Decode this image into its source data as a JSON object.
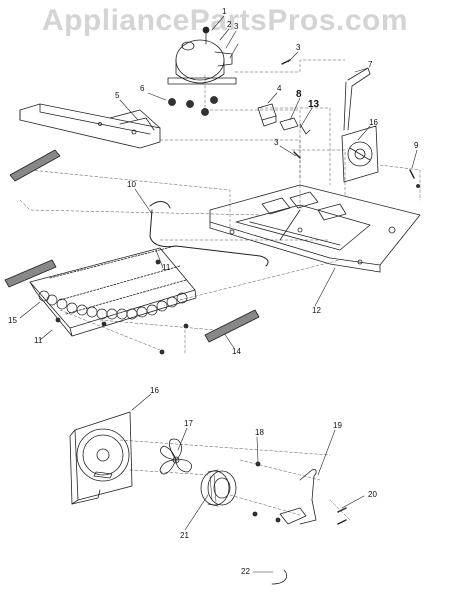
{
  "watermark": "AppliancePartsPros.com",
  "callouts": [
    {
      "id": "c1",
      "text": "1",
      "bold": false
    },
    {
      "id": "c2",
      "text": "2",
      "bold": false
    },
    {
      "id": "c3a",
      "text": "3",
      "bold": false
    },
    {
      "id": "c3b",
      "text": "3",
      "bold": false
    },
    {
      "id": "c3c",
      "text": "3",
      "bold": false
    },
    {
      "id": "c4",
      "text": "4",
      "bold": false
    },
    {
      "id": "c5",
      "text": "5",
      "bold": false
    },
    {
      "id": "c6",
      "text": "6",
      "bold": false
    },
    {
      "id": "c7",
      "text": "7",
      "bold": false
    },
    {
      "id": "c8",
      "text": "8",
      "bold": true
    },
    {
      "id": "c9",
      "text": "9",
      "bold": false
    },
    {
      "id": "c10",
      "text": "10",
      "bold": false
    },
    {
      "id": "c11a",
      "text": "11",
      "bold": false
    },
    {
      "id": "c11b",
      "text": "11",
      "bold": false
    },
    {
      "id": "c12",
      "text": "12",
      "bold": false
    },
    {
      "id": "c13",
      "text": "13",
      "bold": true
    },
    {
      "id": "c14",
      "text": "14",
      "bold": false
    },
    {
      "id": "c15",
      "text": "15",
      "bold": false
    },
    {
      "id": "c16a",
      "text": "16",
      "bold": false
    },
    {
      "id": "c16b",
      "text": "16",
      "bold": false
    },
    {
      "id": "c17",
      "text": "17",
      "bold": false
    },
    {
      "id": "c18",
      "text": "18",
      "bold": false
    },
    {
      "id": "c19",
      "text": "19",
      "bold": false
    },
    {
      "id": "c20",
      "text": "20",
      "bold": false
    },
    {
      "id": "c21",
      "text": "21",
      "bold": false
    },
    {
      "id": "c22",
      "text": "22",
      "bold": false
    }
  ]
}
